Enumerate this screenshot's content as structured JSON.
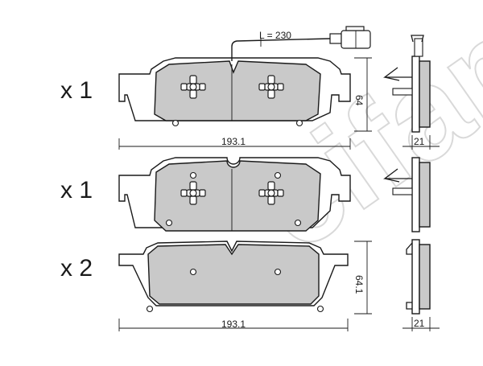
{
  "watermark": "cifam",
  "row1": {
    "quantity": "x 1",
    "wire_length": "L = 230",
    "height": "64",
    "width": "193.1",
    "thickness": "21"
  },
  "row2": {
    "quantity": "x 1"
  },
  "row3": {
    "quantity": "x 2",
    "height": "64.1",
    "width": "193.1",
    "thickness": "21"
  },
  "colors": {
    "pad_material": "#c9c9c9",
    "line": "#1a1a1a",
    "watermark": "#d9d9d9"
  }
}
